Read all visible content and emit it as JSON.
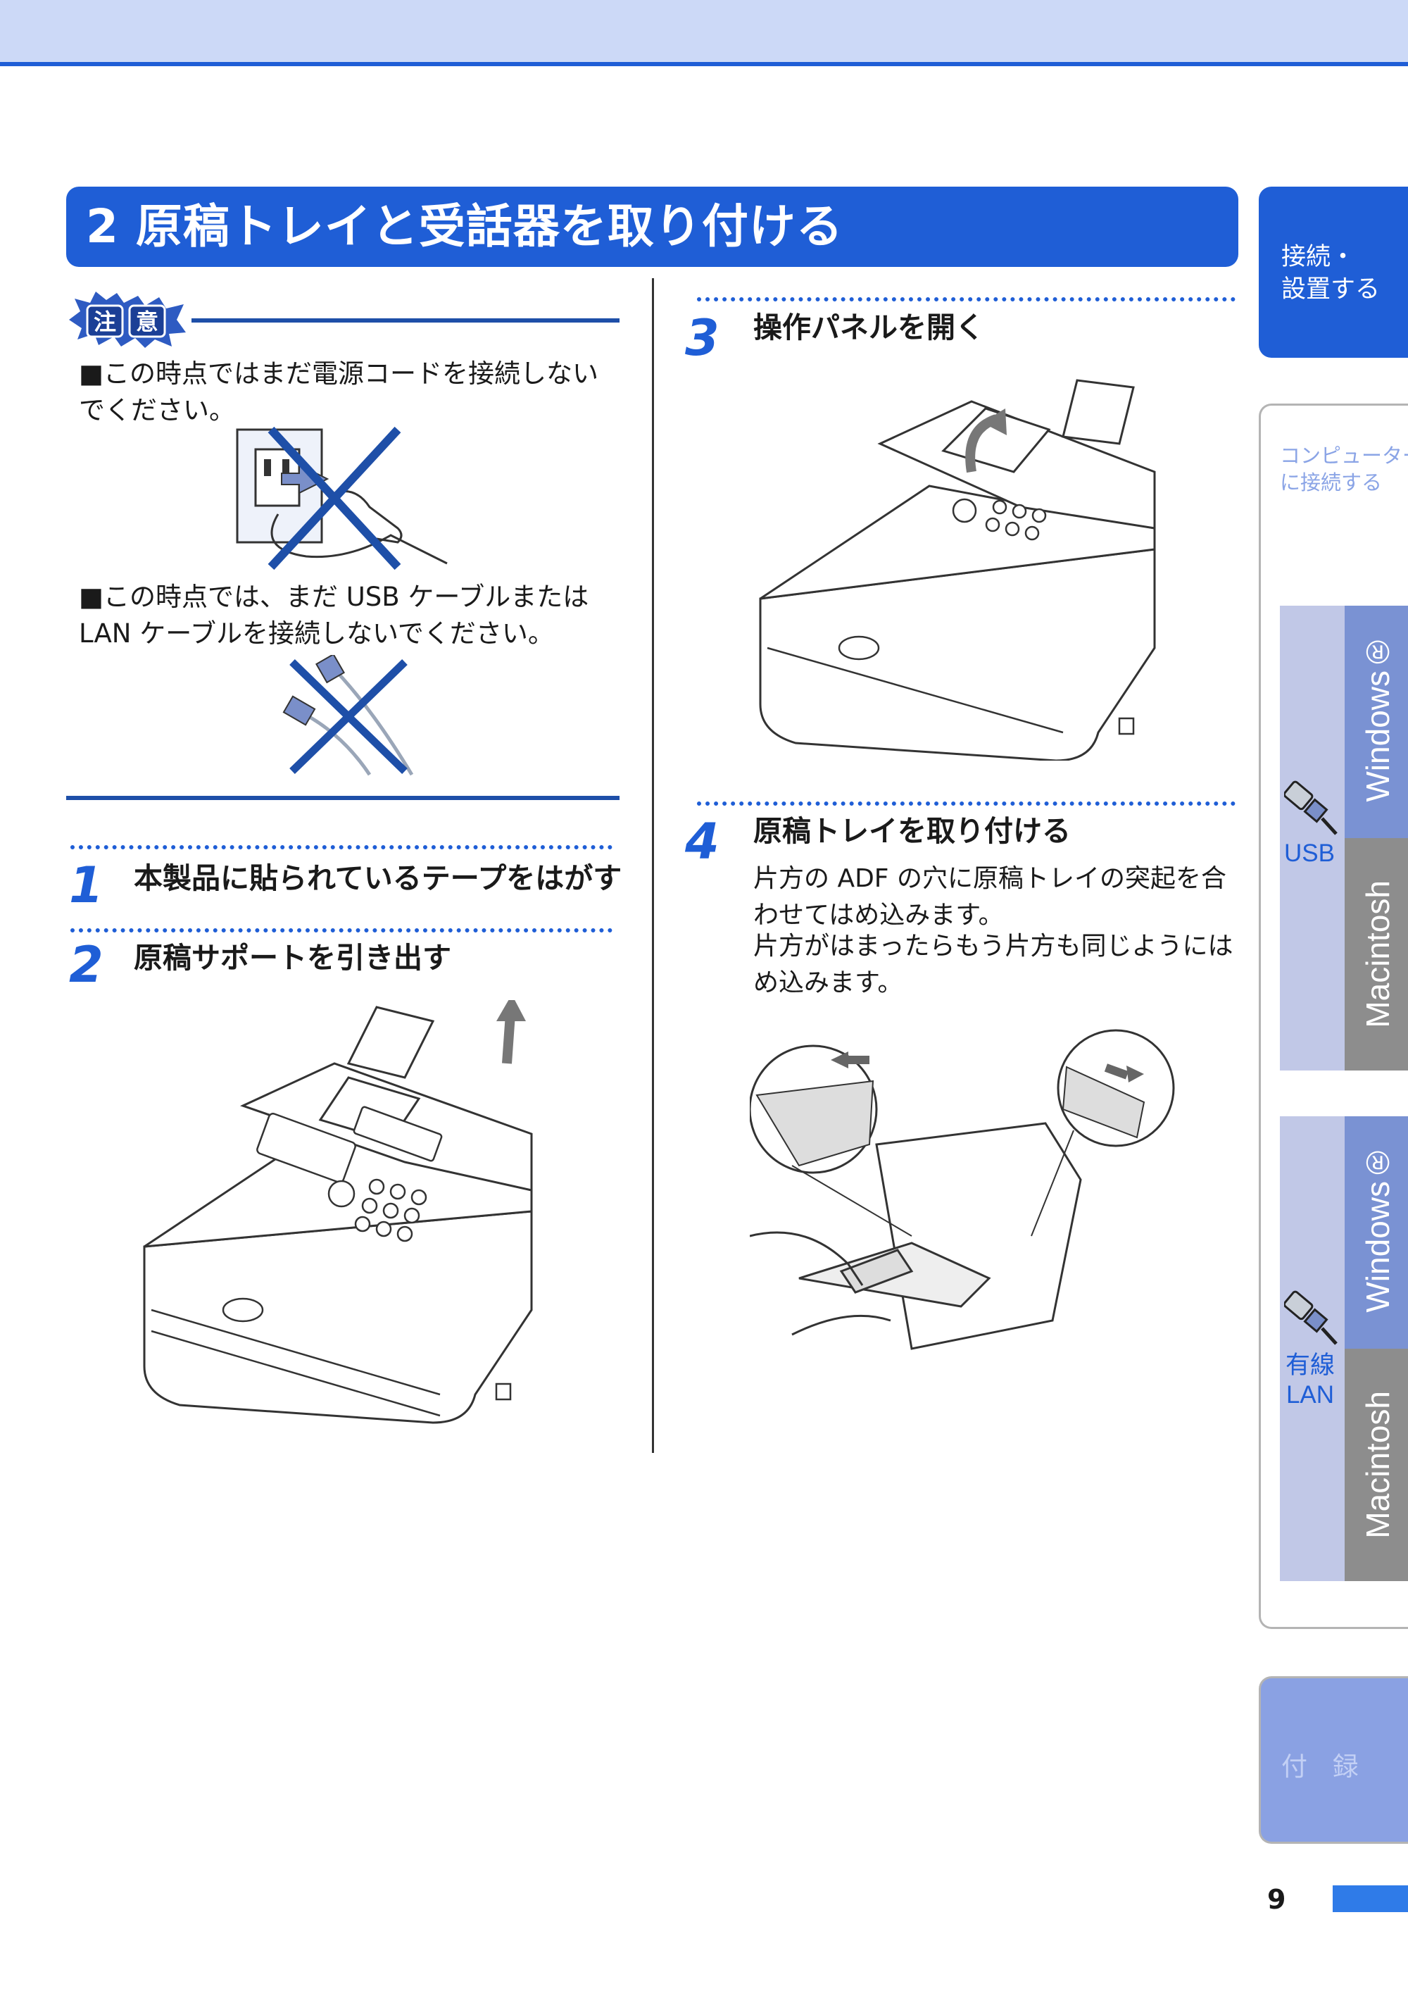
{
  "section": {
    "title": "2 原稿トレイと受話器を取り付ける"
  },
  "caution": {
    "badge": "注 意",
    "item1": "■この時点ではまだ電源コードを接続しないでください。",
    "item2": "■この時点では、まだ USB ケーブルまたは LAN ケーブルを接続しないでください。"
  },
  "steps": [
    {
      "num": "1",
      "title": "本製品に貼られているテープをはがす"
    },
    {
      "num": "2",
      "title": "原稿サポートを引き出す"
    },
    {
      "num": "3",
      "title": "操作パネルを開く"
    },
    {
      "num": "4",
      "title": "原稿トレイを取り付ける",
      "body1": "片方の ADF の穴に原稿トレイの突起を合わせてはめ込みます。",
      "body2": "片方がはまったらもう片方も同じようにはめ込みます。"
    }
  ],
  "tabs": {
    "connect": "接続・\n設置する",
    "computer": "コンピューター\nに接続する",
    "usb_label": "USB",
    "lan_label": "有線\nLAN",
    "windows": "Windows®",
    "macintosh": "Macintosh",
    "appendix": "付 録"
  },
  "page": {
    "number": "9"
  },
  "colors": {
    "accent": "#1f5ed6",
    "header_band": "#ccd9f7",
    "windows_tab": "#7a92d3",
    "mac_tab": "#8d8d8d"
  }
}
